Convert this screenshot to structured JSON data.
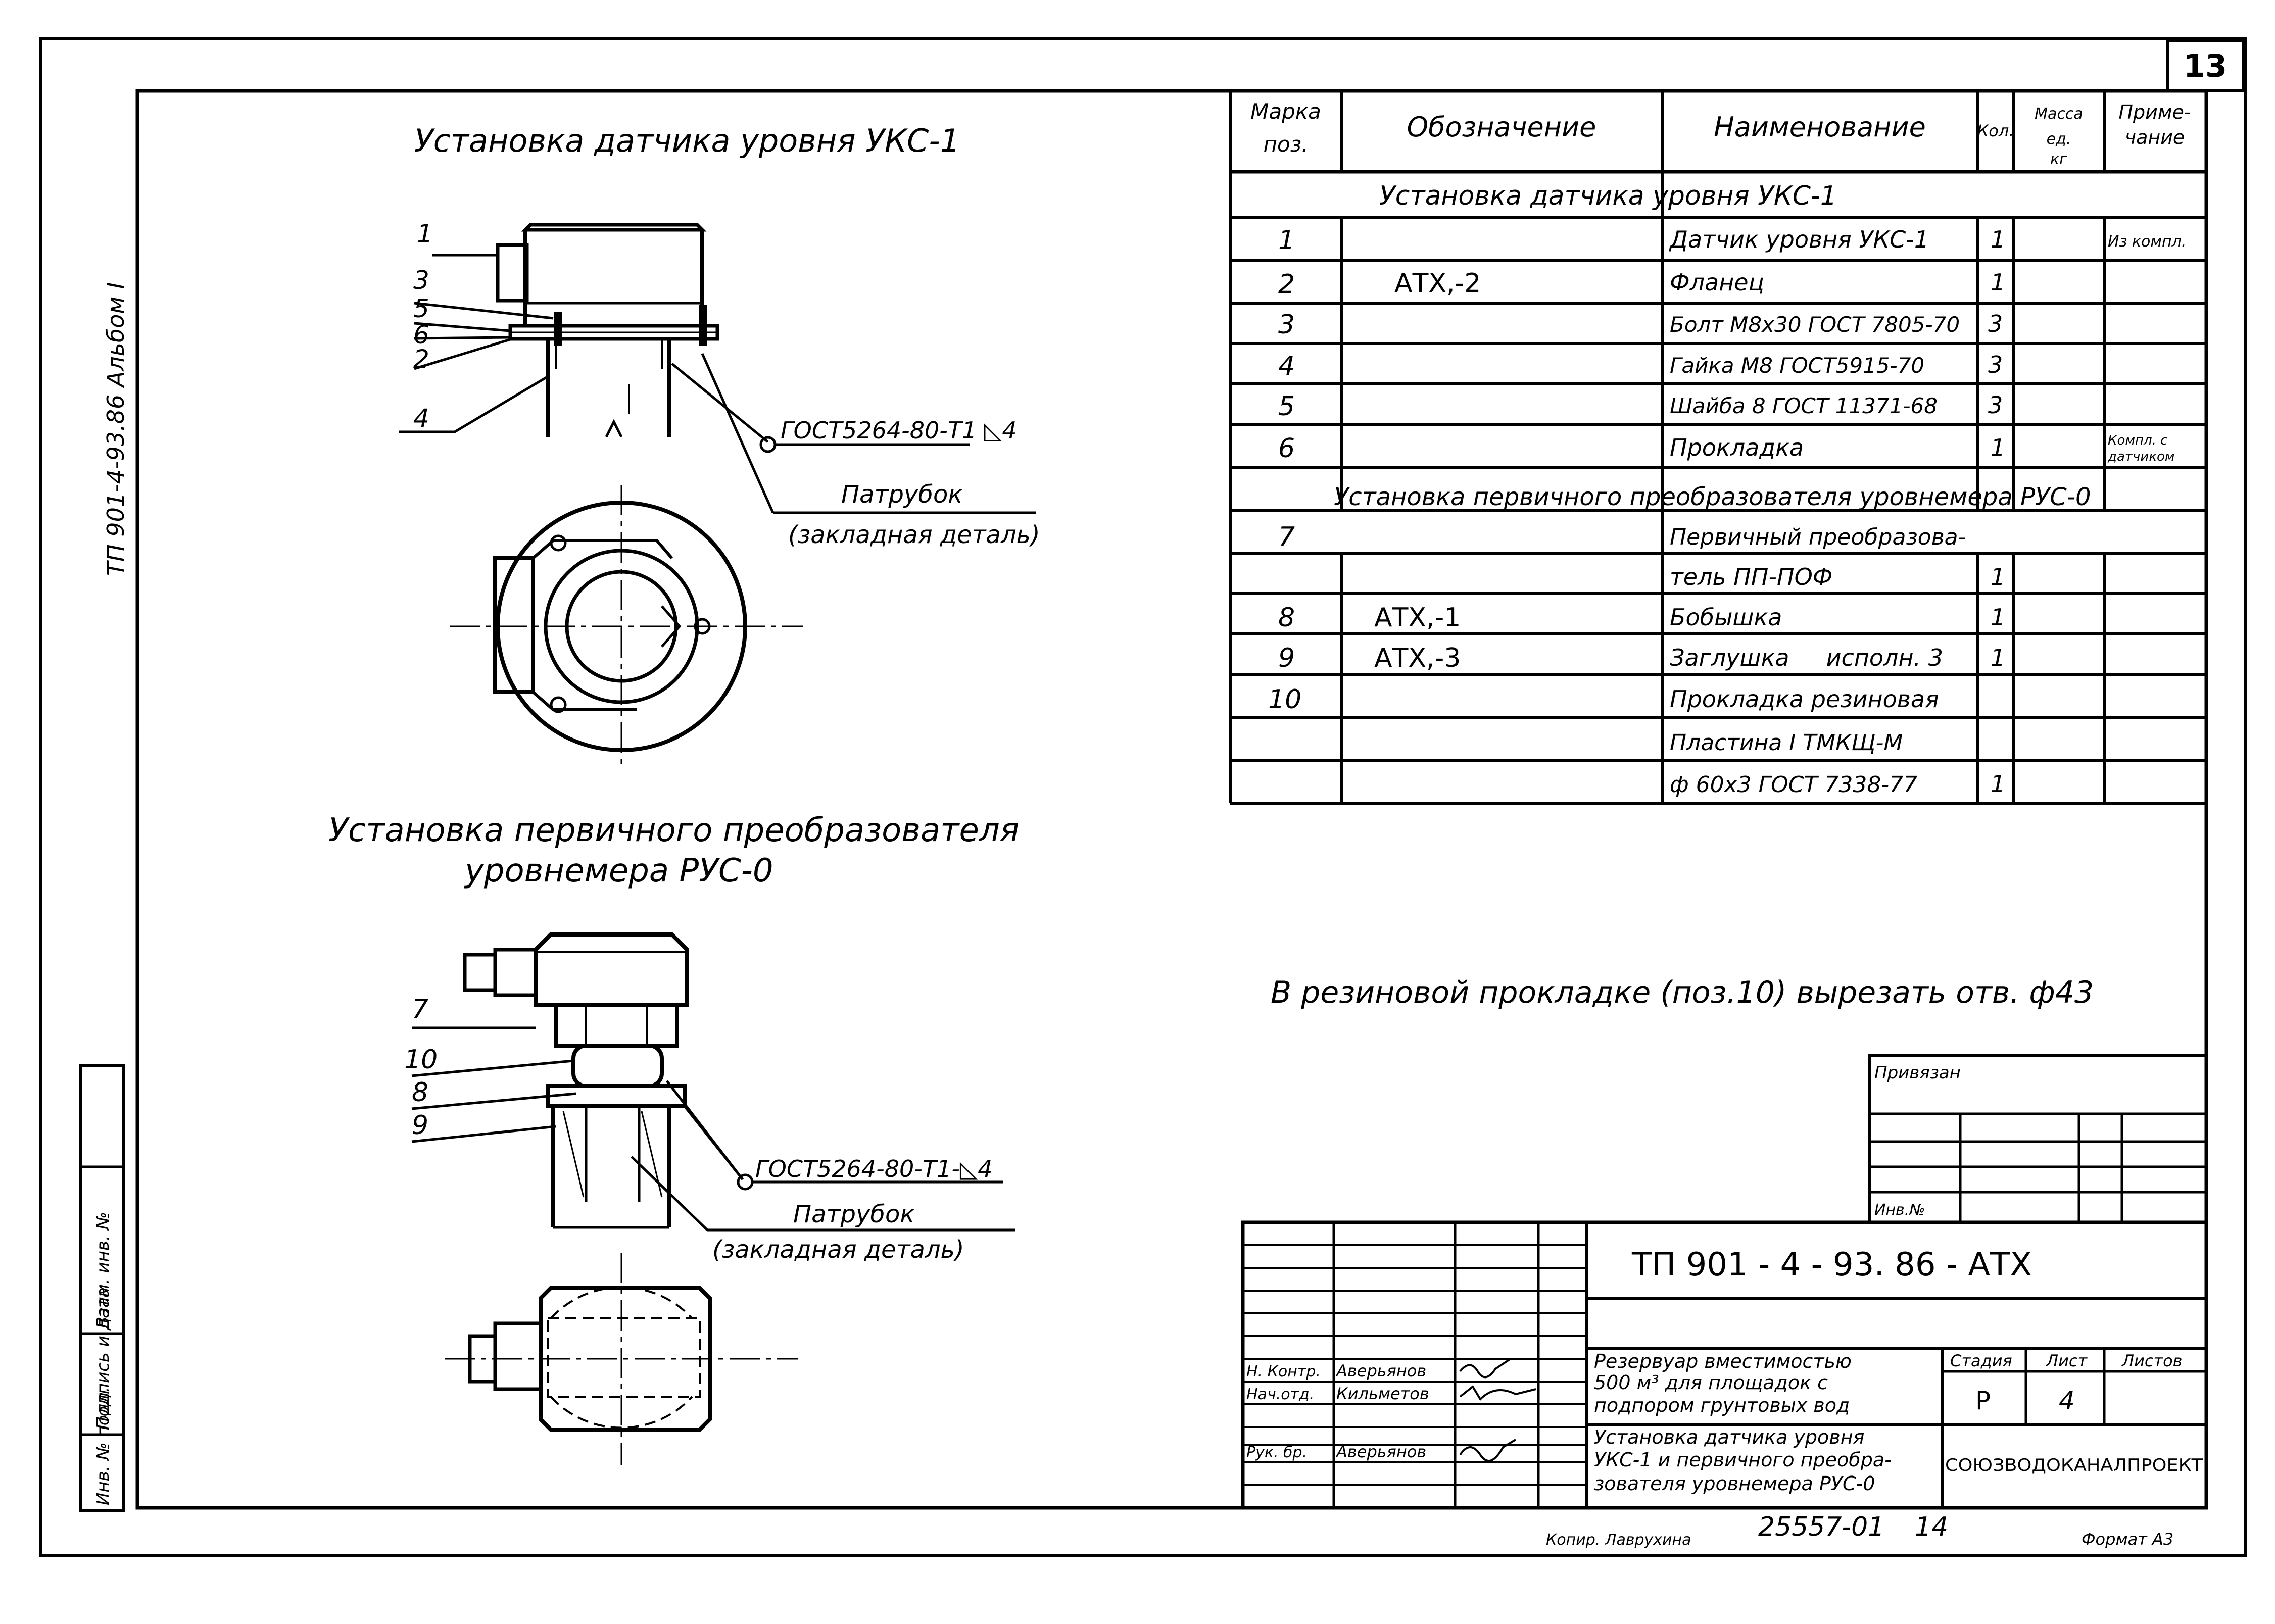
{
  "sheet": {
    "sheet_corner_number": "13",
    "left_margin_vertical": "ТП 901-4-93.86   Альбом I",
    "left_stamp": [
      "Инв. № подл.",
      "Подпись и дата",
      "Взам. инв. №"
    ]
  },
  "drawing1": {
    "title": "Установка датчика уровня УКС-1",
    "callouts": [
      "1",
      "3",
      "5",
      "6",
      "2",
      "4"
    ],
    "weld_note": "ГОСТ5264-80-Т1 ◺4",
    "pipe_label": "Патрубок",
    "pipe_sublabel": "(закладная деталь)"
  },
  "drawing2": {
    "title_line1": "Установка первичного преобразователя",
    "title_line2": "уровнемера РУС-0",
    "callouts": [
      "7",
      "10",
      "8",
      "9"
    ],
    "weld_note": "ГОСТ5264-80-Т1-◺4",
    "pipe_label": "Патрубок",
    "pipe_sublabel": "(закладная деталь)"
  },
  "spec_table": {
    "headers": [
      "Марка поз.",
      "Обозначение",
      "Наименование",
      "Кол.",
      "Масса ед. кг",
      "Приме- чание"
    ],
    "section1": "Установка   датчика   уровня   УКС-1",
    "section2": "Установка   первичного   преобразователя   уровнемера   РУС-0",
    "rows": [
      {
        "pos": "1",
        "designation": "",
        "name": "Датчик уровня УКС-1",
        "qty": "1",
        "mass": "",
        "note": "Из компл."
      },
      {
        "pos": "2",
        "designation": "АТХ,-2",
        "name": "Фланец",
        "qty": "1",
        "mass": "",
        "note": ""
      },
      {
        "pos": "3",
        "designation": "",
        "name": "Болт М8х30 ГОСТ 7805-70",
        "qty": "3",
        "mass": "",
        "note": ""
      },
      {
        "pos": "4",
        "designation": "",
        "name": "Гайка М8 ГОСТ5915-70",
        "qty": "3",
        "mass": "",
        "note": ""
      },
      {
        "pos": "5",
        "designation": "",
        "name": "Шайба 8 ГОСТ 11371-68",
        "qty": "3",
        "mass": "",
        "note": ""
      },
      {
        "pos": "6",
        "designation": "",
        "name": "Прокладка",
        "qty": "1",
        "mass": "",
        "note": "Компл. с датчиком"
      },
      {
        "pos": "7",
        "designation": "",
        "name": "Первичный преобразова-",
        "qty": "",
        "mass": "",
        "note": ""
      },
      {
        "pos": "",
        "designation": "",
        "name": "тель ПП-ПОФ",
        "qty": "1",
        "mass": "",
        "note": ""
      },
      {
        "pos": "8",
        "designation": "АТХ,-1",
        "name": "Бобышка",
        "qty": "1",
        "mass": "",
        "note": ""
      },
      {
        "pos": "9",
        "designation": "АТХ,-3",
        "name": "Заглушка     исполн. 3",
        "qty": "1",
        "mass": "",
        "note": ""
      },
      {
        "pos": "10",
        "designation": "",
        "name": "Прокладка резиновая",
        "qty": "",
        "mass": "",
        "note": ""
      },
      {
        "pos": "",
        "designation": "",
        "name": "Пластина I ТМКЩ-М",
        "qty": "",
        "mass": "",
        "note": ""
      },
      {
        "pos": "",
        "designation": "",
        "name": "ф 60х3 ГОСТ 7338-77",
        "qty": "1",
        "mass": "",
        "note": ""
      }
    ]
  },
  "note": "В резиновой прокладке (поз.10) вырезать отв. ф43",
  "binding_box": {
    "title": "Привязан",
    "inv_label": "Инв.№"
  },
  "title_block": {
    "code": "ТП 901 - 4 - 93. 86 - АТХ",
    "roles": [
      {
        "role": "Н. Контр.",
        "name": "Аверьянов"
      },
      {
        "role": "Нач.отд.",
        "name": "Кильметов"
      },
      {
        "role": "Рук. бр.",
        "name": "Аверьянов"
      }
    ],
    "object_lines": [
      "Резервуар вместимостью",
      "500 м³ для площадок с",
      "подпором грунтовых вод"
    ],
    "sheet_title_lines": [
      "Установка датчика уровня",
      "УКС-1 и первичного преобра-",
      "зователя уровнемера РУС-0"
    ],
    "stage_header": "Стадия",
    "sheet_header": "Лист",
    "sheets_header": "Листов",
    "stage": "Р",
    "sheet": "4",
    "sheets": "",
    "organization": "СОЮЗВОДОКАНАЛПРОЕКТ"
  },
  "footer": {
    "copied": "Копир. Лаврухина",
    "number": "25557-01",
    "page": "14",
    "format": "Формат А3"
  }
}
